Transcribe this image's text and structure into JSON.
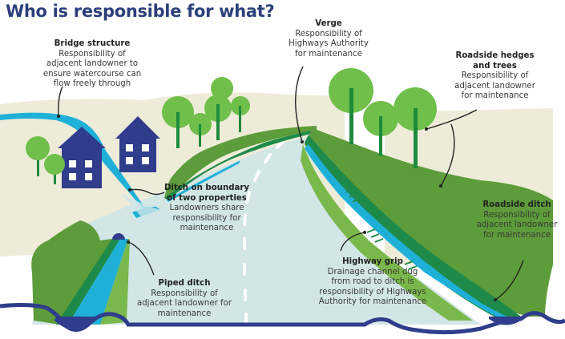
{
  "title": "Who is responsible for what?",
  "colors": {
    "title": "#2b3f7a",
    "house": "#2f3d8c",
    "water": "#1fb0d8",
    "road": "#d3e6e6",
    "land": "#eeecd8",
    "grass_light": "#79b84a",
    "grass_mid": "#5d9c3a",
    "grass_dark": "#1e8a4a",
    "tree": "#6fbf4a",
    "trunk": "#1e8a3c",
    "base_line": "#2f3d8c"
  },
  "labels": [
    {
      "id": "bridge",
      "heading": "Bridge structure",
      "body": [
        "Responsibility of",
        "adjacent landowner to",
        "ensure watercourse can",
        "flow freely through"
      ]
    },
    {
      "id": "verge",
      "heading": "Verge",
      "body": [
        "Responsibility of",
        "Highways Authority",
        "for maintenance"
      ]
    },
    {
      "id": "hedges",
      "heading": "Roadside hedges and trees",
      "heading_lines": [
        "Roadside hedges",
        "and trees"
      ],
      "body": [
        "Responsibility of",
        "adjacent landowner",
        "for maintenance"
      ]
    },
    {
      "id": "boundary-ditch",
      "heading_lines": [
        "Ditch on boundary",
        "of two properties"
      ],
      "body": [
        "Landowners share",
        "responsibility for",
        "maintenance"
      ]
    },
    {
      "id": "roadside-ditch",
      "heading": "Roadside ditch",
      "body": [
        "Responsibility of",
        "adjacent landowner",
        "for maintenance"
      ]
    },
    {
      "id": "highway-grip",
      "heading": "Highway grip",
      "body": [
        "Drainage channel dug",
        "from road to ditch is",
        "responsibility of Highways",
        "Authority for maintenance"
      ]
    },
    {
      "id": "piped-ditch",
      "heading": "Piped ditch",
      "body": [
        "Responsibility of",
        "adjacent landowner for",
        "maintenance"
      ]
    }
  ]
}
